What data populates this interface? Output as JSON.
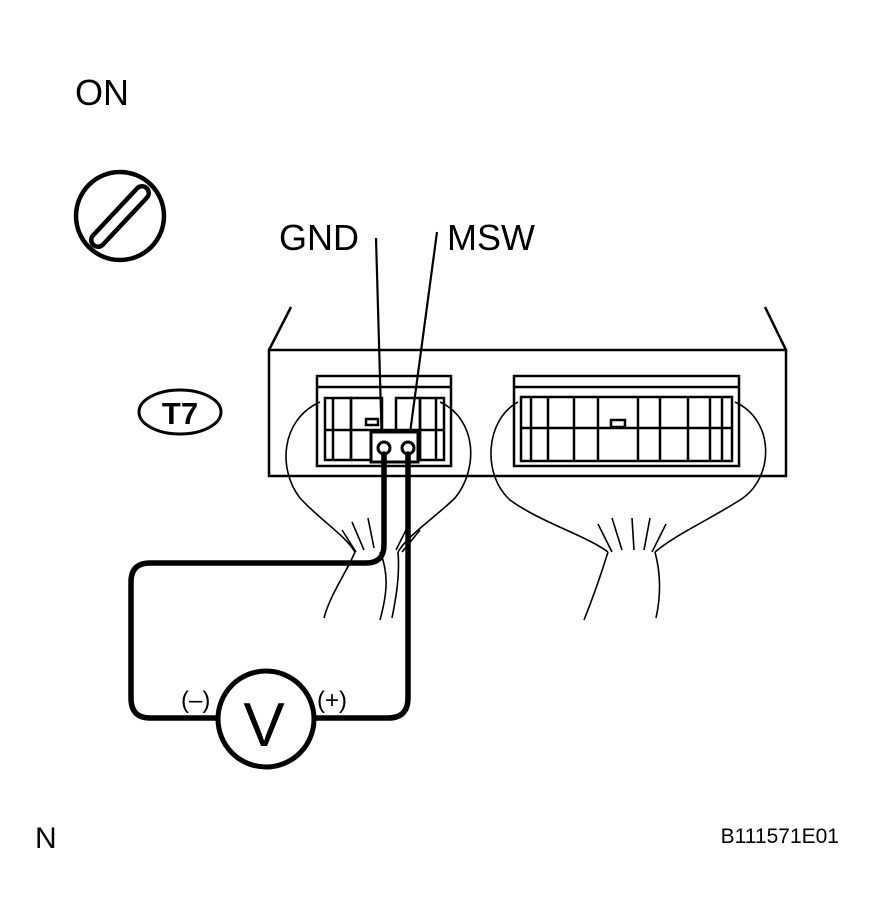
{
  "ignition_label": "ON",
  "connector_id": "T7",
  "terminals": {
    "left": "GND",
    "right": "MSW"
  },
  "meter": {
    "symbol": "V",
    "negative_label": "(–)",
    "positive_label": "(+)"
  },
  "corner_mark": "N",
  "figure_code": "B111571E01",
  "colors": {
    "line": "#000000",
    "background": "#ffffff"
  },
  "icons": [
    "ignition-switch-icon",
    "voltmeter-icon",
    "connector-icon"
  ]
}
